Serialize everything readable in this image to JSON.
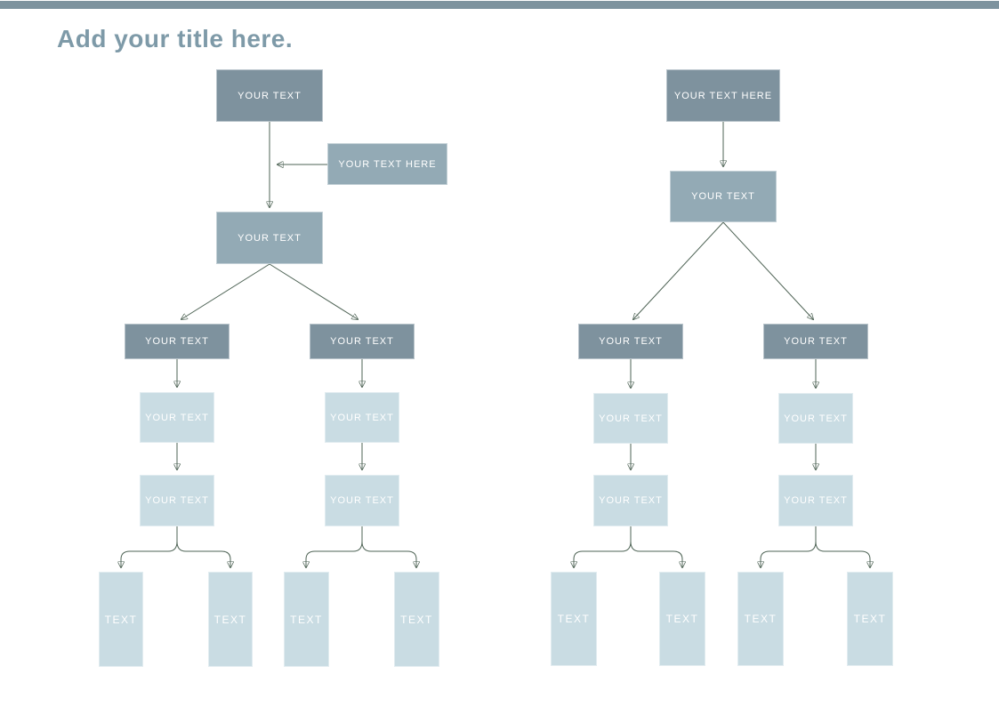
{
  "title": "Add your title here.",
  "colors": {
    "top_bar": "#7e939e",
    "title_text": "#7e9aa8",
    "dark_box": "#7e929e",
    "medium_box": "#93aab5",
    "light_box": "#c9dce3",
    "connector": "#4e6355",
    "box_text": "#ffffff"
  },
  "left_tree": {
    "root": "YOUR TEXT",
    "side_note": "YOUR TEXT HERE",
    "level2": "YOUR TEXT",
    "branch_a": {
      "header": "YOUR TEXT",
      "step1": "YOUR TEXT",
      "step2": "YOUR TEXT",
      "leaf1": "TEXT",
      "leaf2": "TEXT"
    },
    "branch_b": {
      "header": "YOUR TEXT",
      "step1": "YOUR TEXT",
      "step2": "YOUR TEXT",
      "leaf1": "TEXT",
      "leaf2": "TEXT"
    }
  },
  "right_tree": {
    "root": "YOUR TEXT HERE",
    "level2": "YOUR TEXT",
    "branch_a": {
      "header": "YOUR TEXT",
      "step1": "YOUR TEXT",
      "step2": "YOUR TEXT",
      "leaf1": "TEXT",
      "leaf2": "TEXT"
    },
    "branch_b": {
      "header": "YOUR TEXT",
      "step1": "YOUR TEXT",
      "step2": "YOUR TEXT",
      "leaf1": "TEXT",
      "leaf2": "TEXT"
    }
  }
}
